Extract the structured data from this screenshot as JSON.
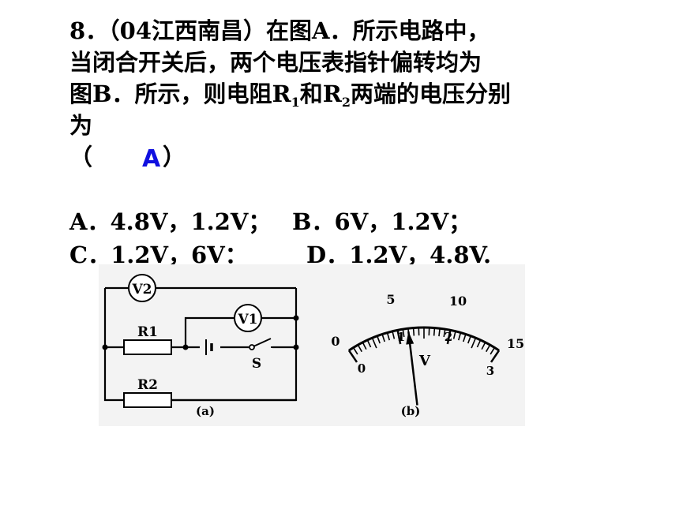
{
  "question": {
    "line1": "8．（04江西南昌）在图A．所示电路中，",
    "line2": "当闭合开关后，两个电压表指针偏转均为",
    "line3_pre": "图B．所示，则电阻R",
    "r1_sub": "1",
    "line3_mid": "和R",
    "r2_sub": "2",
    "line3_post": "两端的电压分别",
    "line4": "为",
    "paren_open": "（",
    "paren_close": "）",
    "answer": "A",
    "answer_color": "#1010e0"
  },
  "options": {
    "a": "A．4.8V，1.2V；",
    "b": "B．6V，1.2V；",
    "c": "C．1.2V，6V：",
    "d": "D．1.2V，4.8V."
  },
  "figure_a": {
    "v2": "V2",
    "v1": "V1",
    "r1": "R1",
    "r2": "R2",
    "switch": "S",
    "caption": "(a)"
  },
  "figure_b": {
    "outer_ticks": [
      "0",
      "5",
      "10",
      "15"
    ],
    "inner_ticks": [
      "0",
      "1",
      "2",
      "3"
    ],
    "unit": "V",
    "caption": "(b)"
  }
}
